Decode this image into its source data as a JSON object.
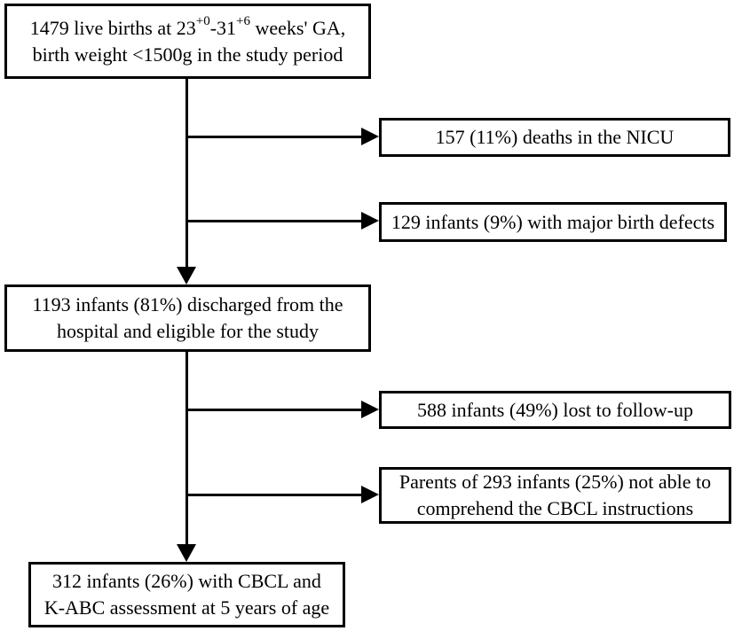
{
  "colors": {
    "background": "#ffffff",
    "line": "#000000",
    "text": "#000000"
  },
  "boxes": {
    "live_births": {
      "line1_prefix": "1479 live births at 23",
      "line1_sup1": "+0",
      "line1_mid": "-31",
      "line1_sup2": "+6",
      "line1_suffix": " weeks' GA,",
      "line2": "birth weight <1500g in the study period"
    },
    "nicu_deaths": {
      "text": "157 (11%) deaths in the NICU"
    },
    "birth_defects": {
      "text": "129 infants (9%) with major birth defects"
    },
    "discharged": {
      "line1": "1193 infants (81%) discharged from the",
      "line2": "hospital and eligible for the study"
    },
    "lost_followup": {
      "text": "588 infants (49%) lost to follow-up"
    },
    "cbcl_unable": {
      "line1": "Parents of 293 infants (25%) not able to",
      "line2": "comprehend the CBCL instructions"
    },
    "assessed": {
      "line1": "312 infants (26%) with CBCL and",
      "line2": "K-ABC assessment at 5 years of age"
    }
  }
}
